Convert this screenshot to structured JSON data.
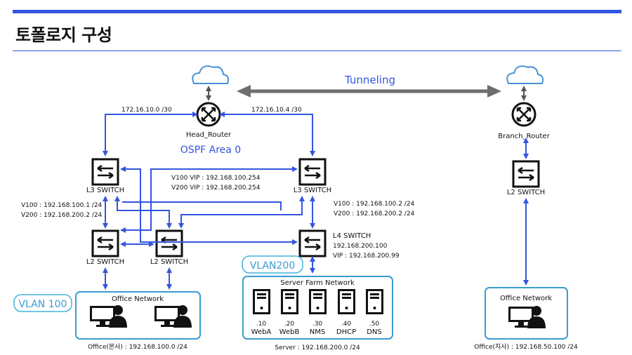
{
  "title": "토폴로지 구성",
  "tunnel_label": "Tunneling",
  "ospf_label": "OSPF Area 0",
  "devices": {
    "head_router": "Head_Router",
    "branch_router": "Branch_Router",
    "l3_left": "L3 SWITCH",
    "l3_right": "L3 SWITCH",
    "l2_a": "L2 SWITCH",
    "l2_b": "L2 SWITCH",
    "l4": "L4 SWITCH",
    "l2_branch": "L2 SWITCH"
  },
  "links": {
    "head_left": "172.16.10.0 /30",
    "head_right": "172.16.10.4 /30"
  },
  "vip": {
    "v100": "V100 VIP : 192.168.100.254",
    "v200": "V200 VIP : 192.168.200.254"
  },
  "l3_left_ips": {
    "v100": "V100 : 192.168.100.1 /24",
    "v200": "V200 : 192.168.200.2 /24"
  },
  "l3_right_ips": {
    "v100": "V100 : 192.168.100.2 /24",
    "v200": "V200 : 192.168.200.2 /24"
  },
  "l4_info": {
    "ip": "192.168.200.100",
    "vip": "VIP : 192.168.200.99"
  },
  "vlan_tags": {
    "vlan100": "VLAN 100",
    "vlan200": "VLAN200"
  },
  "office_box": {
    "title": "Office Network",
    "caption": "Office(본사) : 192.168.100.0 /24"
  },
  "server_box": {
    "title": "Server Farm Network",
    "caption": "Server : 192.168.200.0 /24",
    "servers": [
      {
        "num": ".10",
        "name": "WebA"
      },
      {
        "num": ".20",
        "name": "WebB"
      },
      {
        "num": ".30",
        "name": "NMS"
      },
      {
        "num": ".40",
        "name": "DHCP"
      },
      {
        "num": ".50",
        "name": "DNS"
      }
    ]
  },
  "branch_office": {
    "title": "Office Network",
    "caption": "Office(지사) : 192.168.50.100 /24"
  },
  "colors": {
    "accent": "#3355e0",
    "cloud": "#4a90d9",
    "tunnel": "#6e6e6e",
    "vlan": "#45b4dc"
  }
}
